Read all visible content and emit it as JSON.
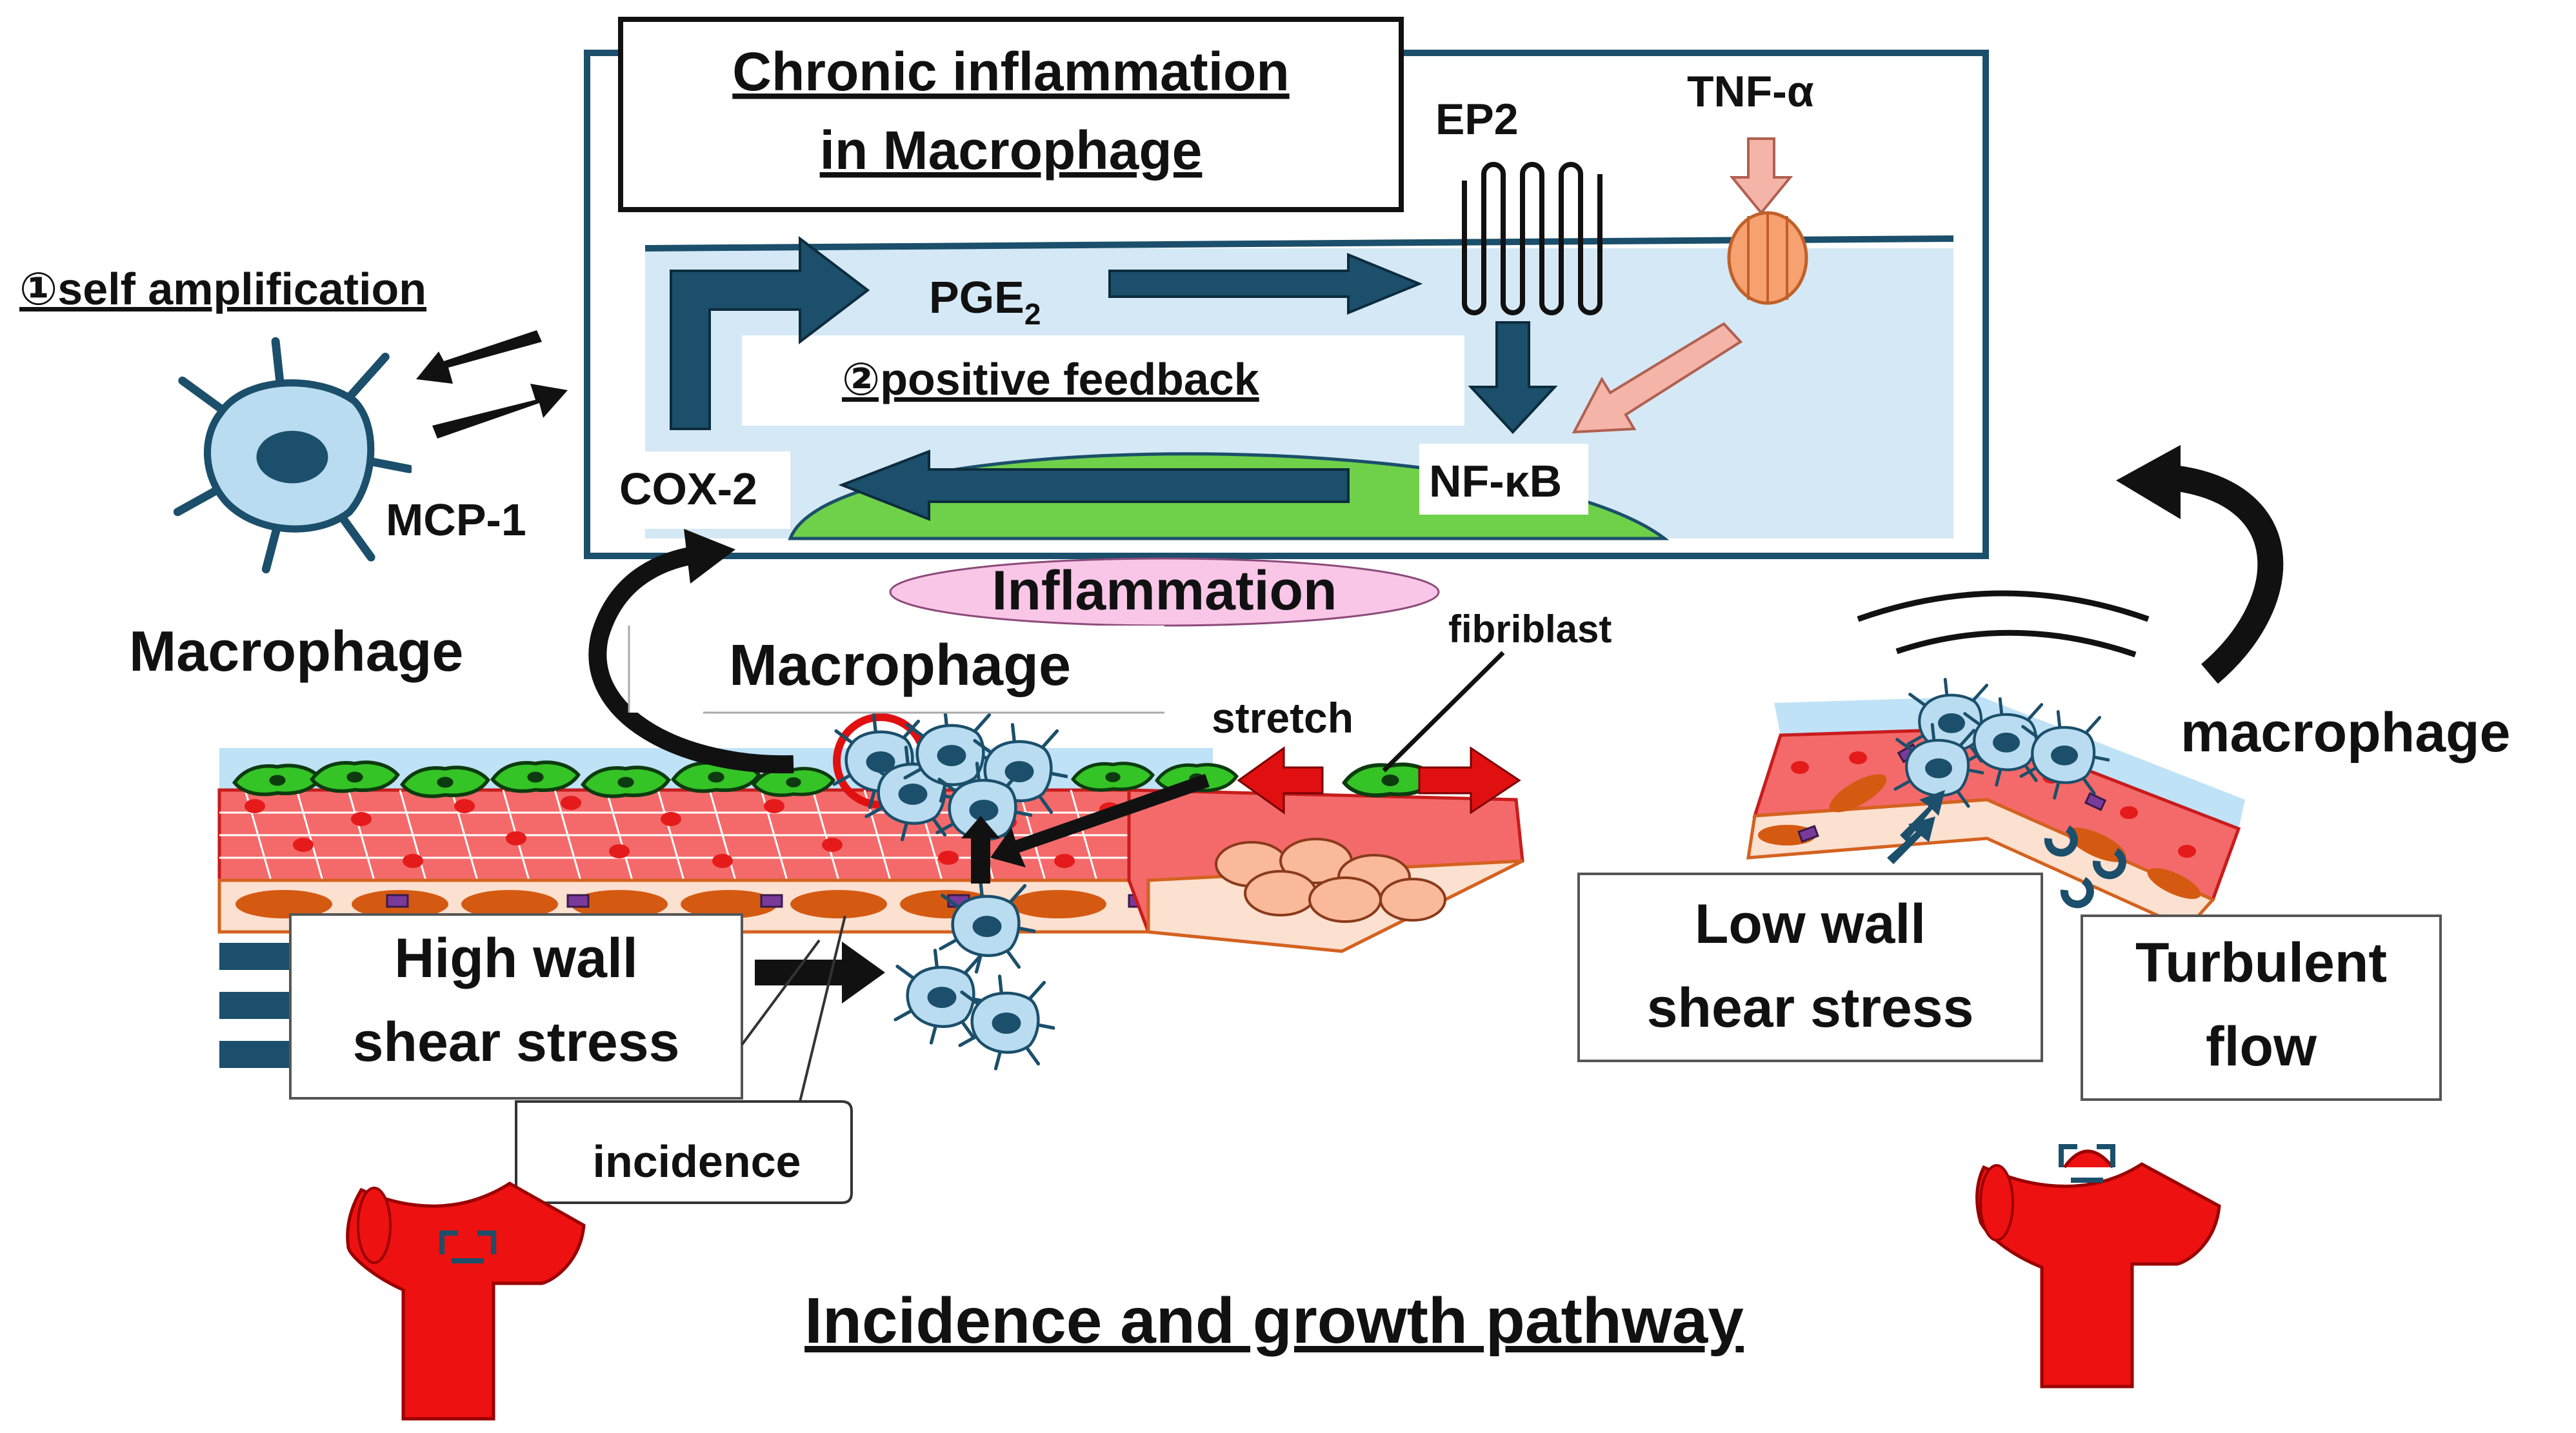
{
  "title": "Incidence and growth pathway",
  "inset": {
    "heading_line1": "Chronic inflammation",
    "heading_line2": "in Macrophage",
    "labels": {
      "ep2": "EP2",
      "tnf": "TNF-α",
      "pge2": "PGE",
      "pge2_sub": "2",
      "feedback": "②positive feedback",
      "cox2": "COX-2",
      "nfkb": "NF-κB"
    }
  },
  "left": {
    "self_amplification": "①self amplification",
    "mcp1": "MCP-1",
    "macrophage": "Macrophage"
  },
  "center": {
    "inflammation": "Inflammation",
    "macrophage": "Macrophage",
    "fibroblast": "fibriblast",
    "stretch": "stretch",
    "high_wss_line1": "High wall",
    "high_wss_line2": "shear stress",
    "incidence": "incidence"
  },
  "right": {
    "macrophage": "macrophage",
    "low_wss_line1": "Low wall",
    "low_wss_line2": "shear stress",
    "turbulent_line1": "Turbulent",
    "turbulent_line2": "flow"
  },
  "colors": {
    "arrow_teal": "#1b4f6b",
    "inset_bg": "#d5e8f5",
    "endothelium_green": "#34c425",
    "smooth_muscle_red": "#f04040",
    "adventitia_orange": "#fce0d0",
    "nucleus_orange": "#d45a12",
    "macrophage_blue": "#b9dcf0",
    "stretch_red": "#e01010",
    "vessel_red": "#ee1111"
  }
}
